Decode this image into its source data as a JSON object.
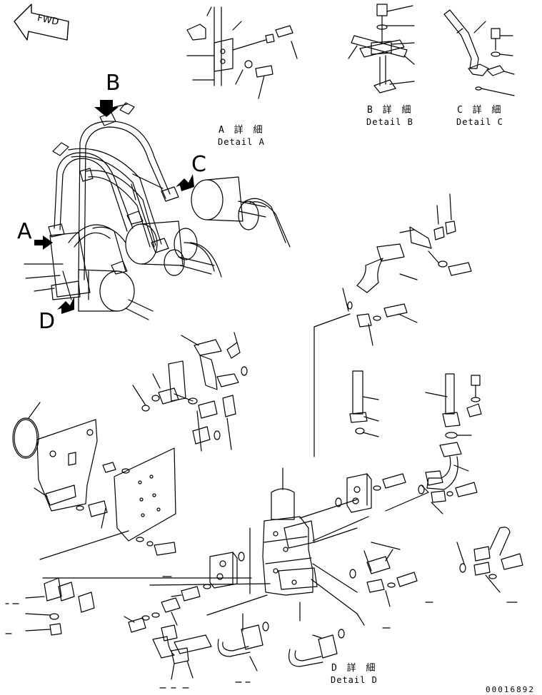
{
  "orientation_label": "FWD",
  "view_markers": [
    "A",
    "B",
    "C",
    "D"
  ],
  "details": {
    "a": {
      "jp": "A 詳 細",
      "en": "Detail A"
    },
    "b": {
      "jp": "B 詳 細",
      "en": "Detail B"
    },
    "c": {
      "jp": "C 詳 細",
      "en": "Detail C"
    },
    "d": {
      "jp": "D 詳 細",
      "en": "Detail D"
    }
  },
  "drawing_code": "00016892",
  "colors": {
    "line": "#000000",
    "background": "#ffffff"
  }
}
